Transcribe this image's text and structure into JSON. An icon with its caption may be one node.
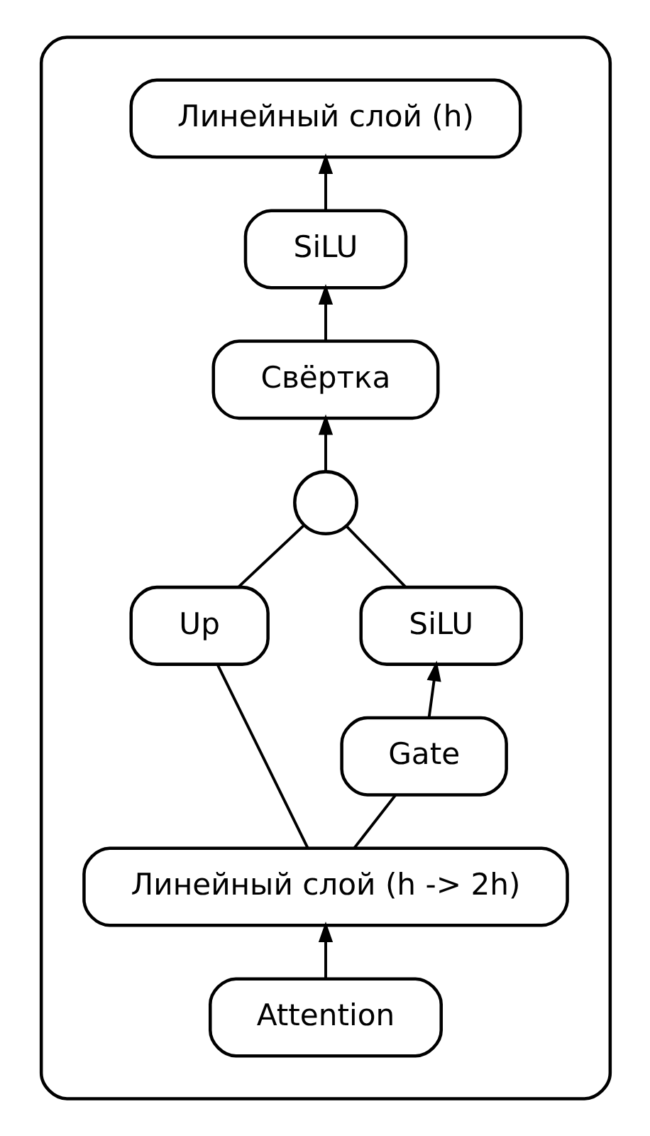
{
  "diagram": {
    "nodes": [
      {
        "text": [],
        "shape": "box"
      },
      {
        "text": [
          "Линейный слой (h)"
        ],
        "in": 0
      },
      {
        "text": [
          "SiLU"
        ],
        "in": 0
      },
      {
        "text": [
          "Свёртка"
        ],
        "in": 0
      },
      {
        "text": [],
        "shape": "circle",
        "in": 0
      },
      {
        "text": [
          "SiLU"
        ],
        "in": 0
      },
      {
        "text": [
          "Up"
        ],
        "in": 0
      },
      {
        "text": [
          "Gate"
        ],
        "in": 0
      },
      {
        "text": [
          "Линейный слой (h -> 2h)"
        ],
        "in": 0
      },
      {
        "text": [
          "Attention"
        ],
        "in": 0
      }
    ],
    "edges": [
      {
        "from": 9,
        "to": 8,
        "arrow": "to"
      },
      {
        "from": 8,
        "to": 7,
        "arrow": "none"
      },
      {
        "from": 8,
        "to": 6,
        "arrow": "none"
      },
      {
        "from": 7,
        "to": 5,
        "arrow": "to"
      },
      {
        "from": 5,
        "to": 4,
        "arrow": "none"
      },
      {
        "from": 6,
        "to": 4,
        "arrow": "none"
      },
      {
        "from": 4,
        "to": 3,
        "arrow": "to"
      },
      {
        "from": 3,
        "to": 2,
        "arrow": "to"
      },
      {
        "from": 2,
        "to": 1,
        "arrow": "to"
      }
    ]
  }
}
